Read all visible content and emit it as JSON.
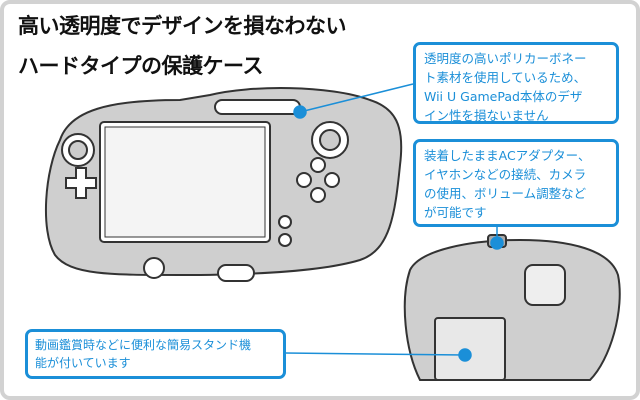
{
  "title": {
    "line1": "高い透明度でデザインを損なわない",
    "line2": "ハードタイプの保護ケース"
  },
  "callouts": [
    {
      "lines": [
        "透明度の高いポリカーボネー",
        "ト素材を使用しているため、",
        "Wii U GamePad本体のデザ",
        "イン性を損ないません"
      ]
    },
    {
      "lines": [
        "装着したままACアダプター、",
        "イヤホンなどの接続、カメラ",
        "の使用、ボリューム調整など",
        "が可能です"
      ]
    },
    {
      "lines": [
        "動画鑑賞時などに便利な簡易スタンド機",
        "能が付いています"
      ]
    }
  ],
  "colors": {
    "accent": "#1b8fd8",
    "frame": "#d2d2d2"
  }
}
